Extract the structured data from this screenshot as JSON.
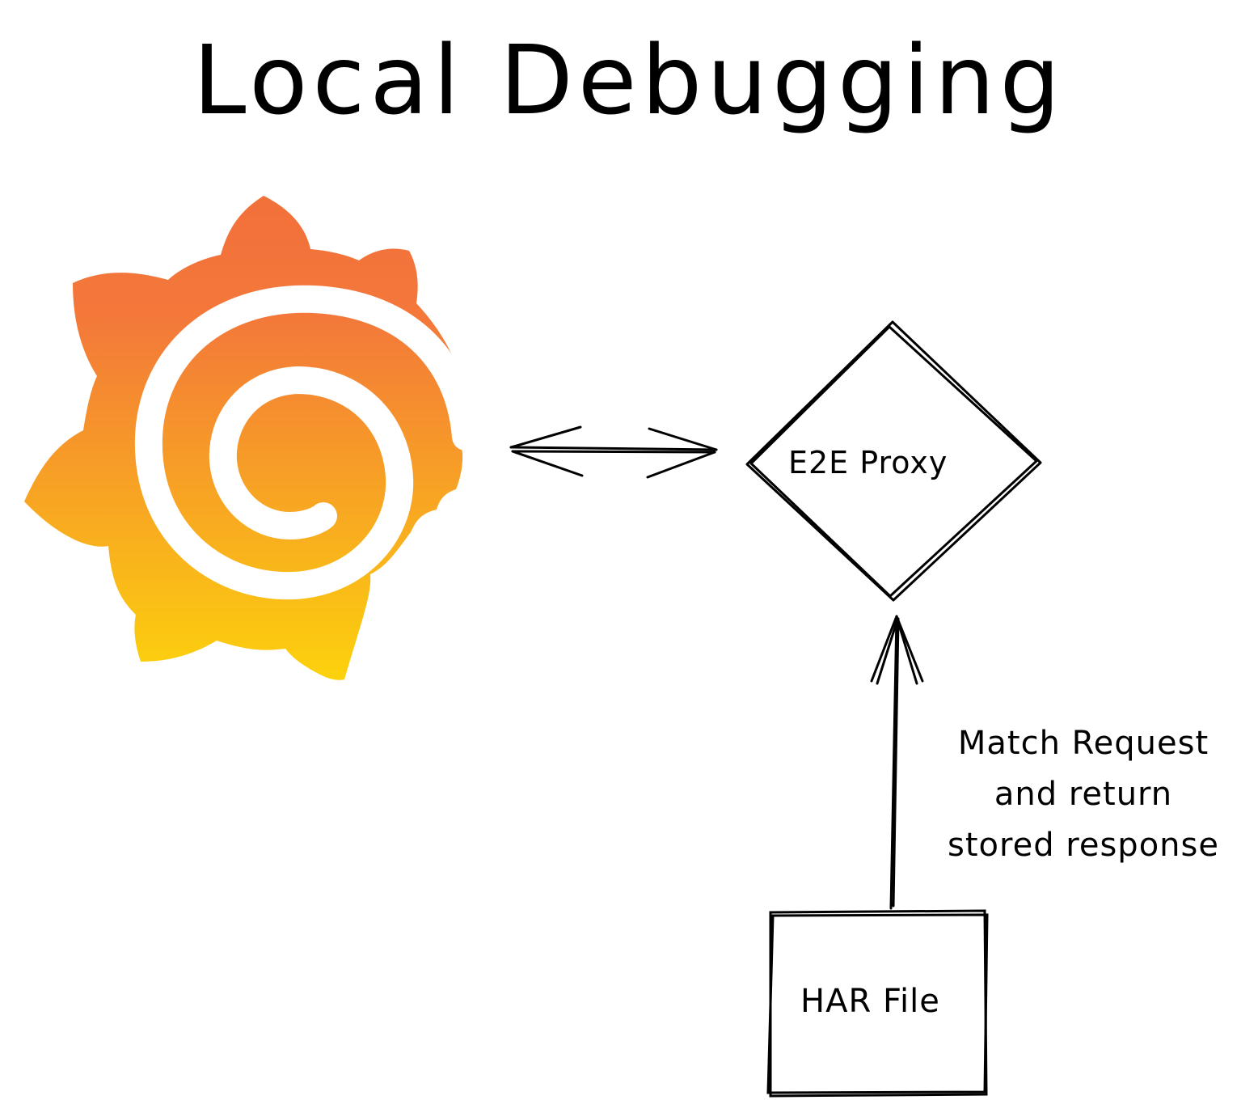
{
  "title": "Local Debugging",
  "nodes": {
    "proxy": {
      "label": "E2E Proxy"
    },
    "har_file": {
      "label": "HAR File"
    }
  },
  "edges": {
    "har_to_proxy": {
      "label_lines": [
        "Match Request",
        "and return",
        "stored response"
      ]
    }
  },
  "logo": {
    "icon": "grafana-logo-icon",
    "gradient_top": "#F2703A",
    "gradient_bottom": "#FCD20C"
  }
}
